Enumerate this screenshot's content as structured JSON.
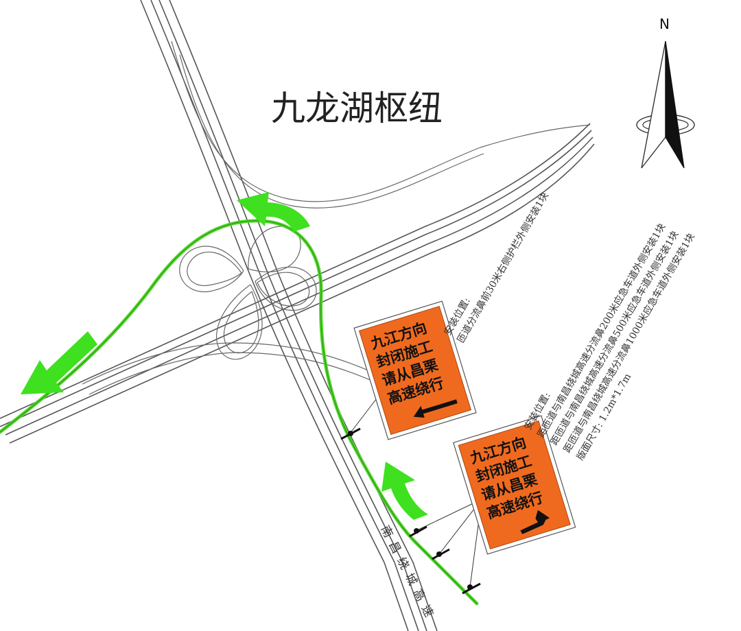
{
  "title": "九龙湖枢纽",
  "north_label": "N",
  "road_name": "南昌绕城高速",
  "sign1": {
    "lines": [
      "九江方向",
      "封闭施工",
      "请从昌栗",
      "高速绕行"
    ],
    "color": "#ef6a1f"
  },
  "sign2": {
    "lines": [
      "九江方向",
      "封闭施工",
      "请从昌栗",
      "高速绕行"
    ],
    "color": "#ef6a1f"
  },
  "note1": {
    "lines": [
      "安装位置:",
      "匝道分流鼻前30米右侧护栏外侧安装1块"
    ]
  },
  "note2": {
    "lines": [
      "安装位置:",
      "距匝道与南昌绕城高速分流鼻200米应急车道外侧安装1块",
      "距匝道与南昌绕城高速分流鼻500米应急车道外侧安装1块",
      "距匝道与南昌绕城高速分流鼻1000米应急车道外侧安装1块",
      "版面尺寸: 1.2m*1.7m"
    ]
  },
  "colors": {
    "route": "#4fd62a",
    "arrow": "#3fe01f",
    "sign": "#ef6a1f",
    "road": "#555555"
  }
}
